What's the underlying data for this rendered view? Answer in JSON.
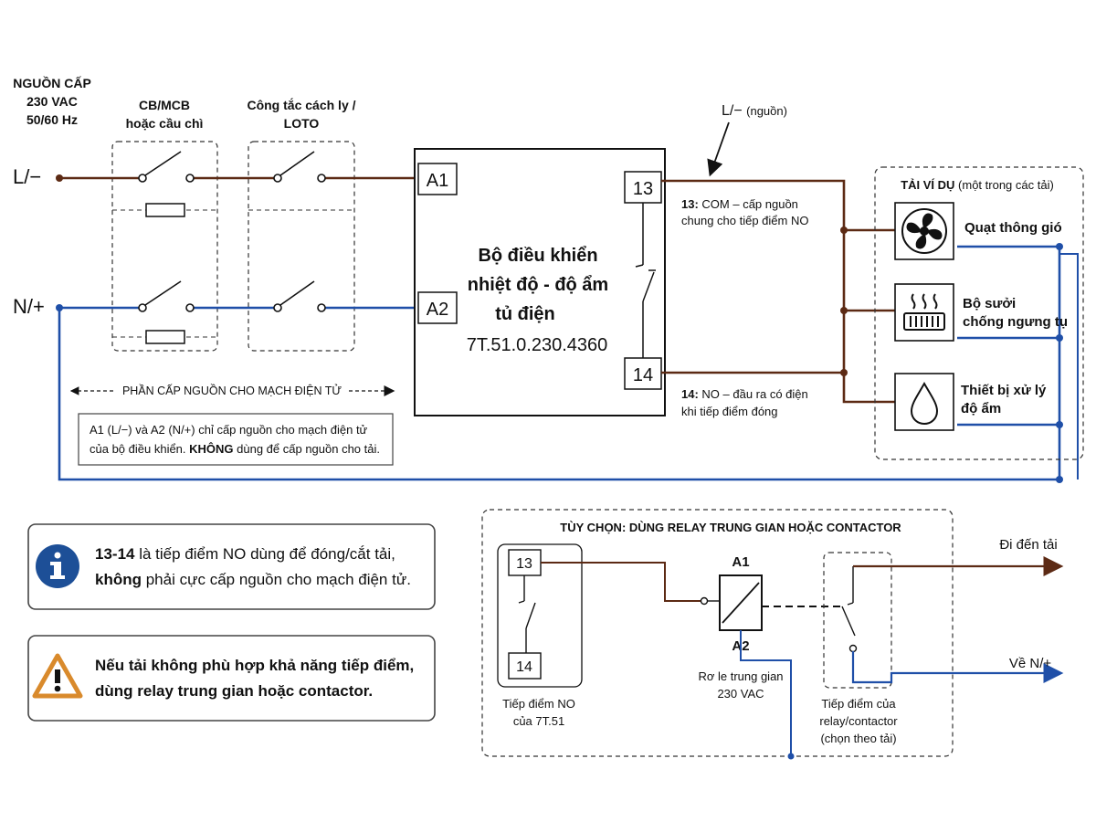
{
  "source": {
    "title_line1": "NGUỒN CẤP",
    "title_line2": "230 VAC",
    "title_line3": "50/60 Hz",
    "L": "L/−",
    "N": "N/+"
  },
  "breaker": {
    "line1": "CB/MCB",
    "line2": "hoặc cầu chì"
  },
  "isolator": {
    "line1": "Công tắc cách ly /",
    "line2": "LOTO"
  },
  "controller": {
    "line1": "Bộ điều khiển",
    "line2": "nhiệt độ - độ ẩm",
    "line3": "tủ điện",
    "line4": "7T.51.0.230.4360",
    "A1": "A1",
    "A2": "A2",
    "T13": "13",
    "T14": "14"
  },
  "line_source": {
    "label": "L/−",
    "sub": "(nguồn)"
  },
  "com_note": {
    "bold": "13:",
    "line1": " COM – cấp nguồn",
    "line2": "chung cho tiếp điểm NO"
  },
  "no_note": {
    "bold": "14:",
    "line1": " NO – đầu ra có điện",
    "line2": "khi tiếp điểm đóng"
  },
  "loads": {
    "title": "TẢI VÍ DỤ",
    "title_sub": "(một trong các tải)",
    "fan": "Quạt thông gió",
    "heater_line1": "Bộ sưởi",
    "heater_line2": "chống ngưng tụ",
    "humid_line1": "Thiết bị xử lý",
    "humid_line2": "độ ẩm"
  },
  "supply_section": {
    "label": "PHẦN CẤP NGUỒN CHO MẠCH ĐIỆN TỬ",
    "note_line1": "A1 (L/−) và A2 (N/+) chỉ cấp nguồn cho mạch điện tử",
    "note_line2a": "của bộ điều khiển. ",
    "note_line2b": "KHÔNG",
    "note_line2c": " dùng để cấp nguồn cho tải."
  },
  "info_box": {
    "line1a": "13-14",
    "line1b": " là tiếp điểm NO dùng để đóng/cắt tải,",
    "line2a": "không",
    "line2b": " phải cực cấp nguồn cho mạch điện tử."
  },
  "warning_box": {
    "line1": "Nếu tải không phù hợp khả năng tiếp điểm,",
    "line2": "dùng relay trung gian hoặc contactor."
  },
  "optional": {
    "title": "TÙY CHỌN: DÙNG RELAY TRUNG GIAN HOẶC CONTACTOR",
    "T13": "13",
    "T14": "14",
    "no_line1": "Tiếp điểm NO",
    "no_line2": "của 7T.51",
    "A1": "A1",
    "A2": "A2",
    "relay_line1": "Rơ le trung gian",
    "relay_line2": "230 VAC",
    "contact_line1": "Tiếp điểm của",
    "contact_line2": "relay/contactor",
    "contact_line3": "(chọn theo tải)",
    "to_load": "Đi đến tải",
    "to_N": "Về N/+"
  },
  "colors": {
    "live": "#5c2a14",
    "neutral": "#1f4fa8",
    "info_icon": "#1d4f97",
    "warning": "#d98a2c"
  },
  "icons": [
    "fan-icon",
    "heater-icon",
    "drop-icon",
    "info-icon",
    "warning-icon"
  ]
}
